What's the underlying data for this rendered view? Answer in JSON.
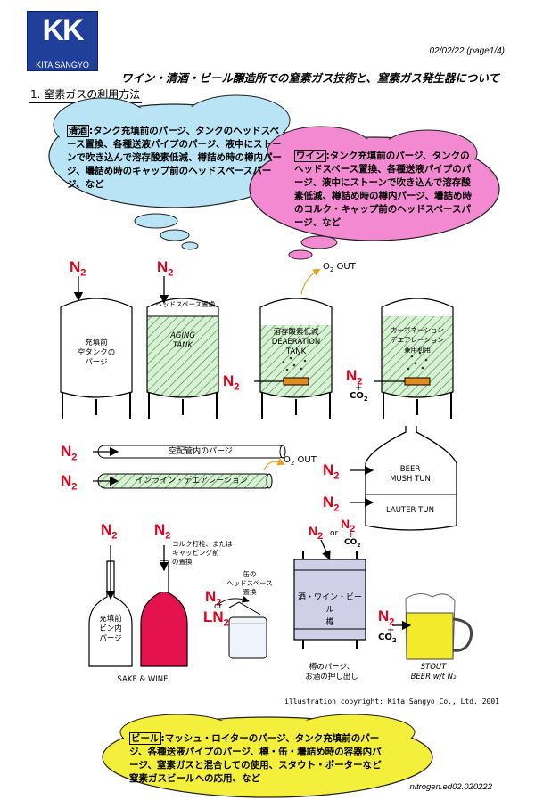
{
  "logo": {
    "mark": "KK",
    "company": "KITA SANGYO"
  },
  "header": {
    "date": "02/02/22 (page1/4)",
    "title": "ワイン・清酒・ビール醸造所での窒素ガス技術と、窒素ガス発生器について",
    "section": "1. 窒素ガスの利用方法"
  },
  "clouds": {
    "seishu": {
      "tag": "清酒",
      "text": ":タンク充填前のパージ、タンクのヘッドスペース置換、各種送液パイプのパージ、液中にストーンで吹き込んで溶存酸素低減、樽詰め時の樽内パージ、壜詰め時のキャップ前のヘッドスペースパージ、など"
    },
    "wine": {
      "tag": "ワイン",
      "text": ":タンク充填前のパージ、タンクのヘッドスペース置換、各種送液パイプのパージ、液中にストーンで吹き込んで溶存酸素低減、樽詰め時の樽内パージ、壜詰め時のコルク・キャップ前のヘッドスペースパージ、など"
    },
    "beer": {
      "tag": "ビール",
      "text": ":マッシュ・ロイターのパージ、タンク充填前のパージ、各種送液パイプのパージ、樽・缶・壜詰め時の容器内パージ、窒素ガスと混合しての使用、スタウト・ポーターなど窒素ガスビールへの応用、など"
    }
  },
  "gas": {
    "n2": "N",
    "n2_sub": "2",
    "ln2": "LN",
    "co2": "CO",
    "co2_sub": "2",
    "o2out": "O",
    "o2out_suffix": " OUT",
    "plus": "+",
    "or": "or"
  },
  "tanks": {
    "t1": "充填前\n空タンクの\nパージ",
    "t2_top": "ヘッドスペース置換",
    "t2": "AGING\nTANK",
    "t3": "溶存酸素低減\nDEAERATION\nTANK",
    "t4": "カーボネーション\nデエアレーション\n兼用利用"
  },
  "pipes": {
    "p1": "空配管内のパージ",
    "p2": "インライン・デエアレーション"
  },
  "brew": {
    "mush": "BEER\nMUSH TUN",
    "lauter": "LAUTER TUN"
  },
  "bottles": {
    "b1": "充填前\nビン内\nパージ",
    "cork": "コルク打栓、または\nキャッピング前\nの置換",
    "caption": "SAKE & WINE",
    "can": "缶の\nヘッドスペース\n置換"
  },
  "keg": {
    "label": "酒・ワイン・ビール\n樽",
    "caption": "樽のパージ、\nお酒の押し出し"
  },
  "stout": {
    "caption": "STOUT\nBEER w/t N₂"
  },
  "footer": {
    "credit": "illustration copyright: Kita Sangyo Co., Ltd. 2001",
    "docid": "nitrogen.ed02.020222"
  }
}
